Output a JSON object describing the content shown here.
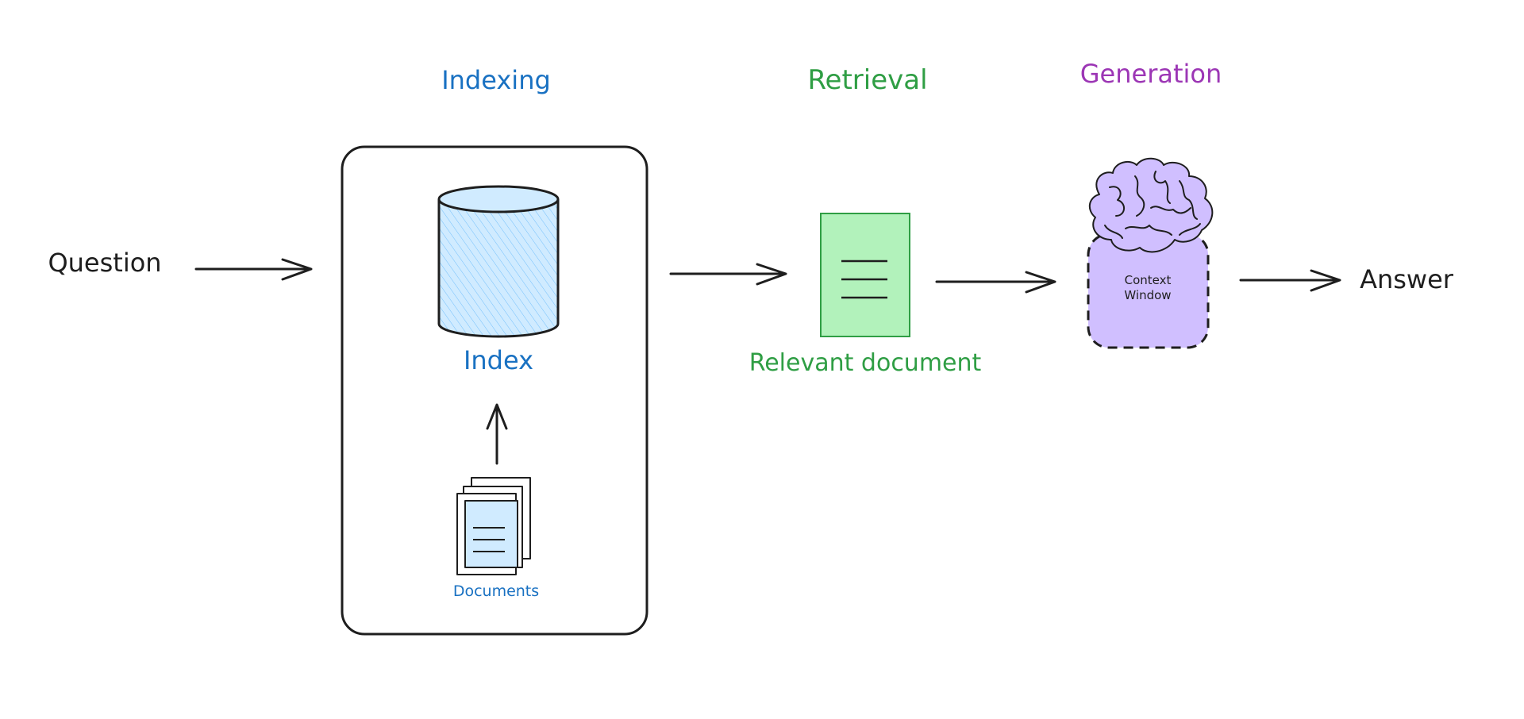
{
  "diagram": {
    "stages": {
      "indexing": "Indexing",
      "retrieval": "Retrieval",
      "generation": "Generation"
    },
    "nodes": {
      "question": "Question",
      "index": "Index",
      "documents": "Documents",
      "relevant_document": "Relevant document",
      "context_window_line1": "Context",
      "context_window_line2": "Window",
      "answer": "Answer"
    },
    "colors": {
      "stroke": "#1e1e1e",
      "indexing": "#1971c2",
      "retrieval": "#2f9e44",
      "generation": "#9c36b5",
      "index_fill": "#d0ebff",
      "document_fill": "#b2f2bb",
      "context_fill": "#d0bfff"
    },
    "icons": [
      "database-icon",
      "documents-stack-icon",
      "document-icon",
      "brain-icon"
    ]
  }
}
